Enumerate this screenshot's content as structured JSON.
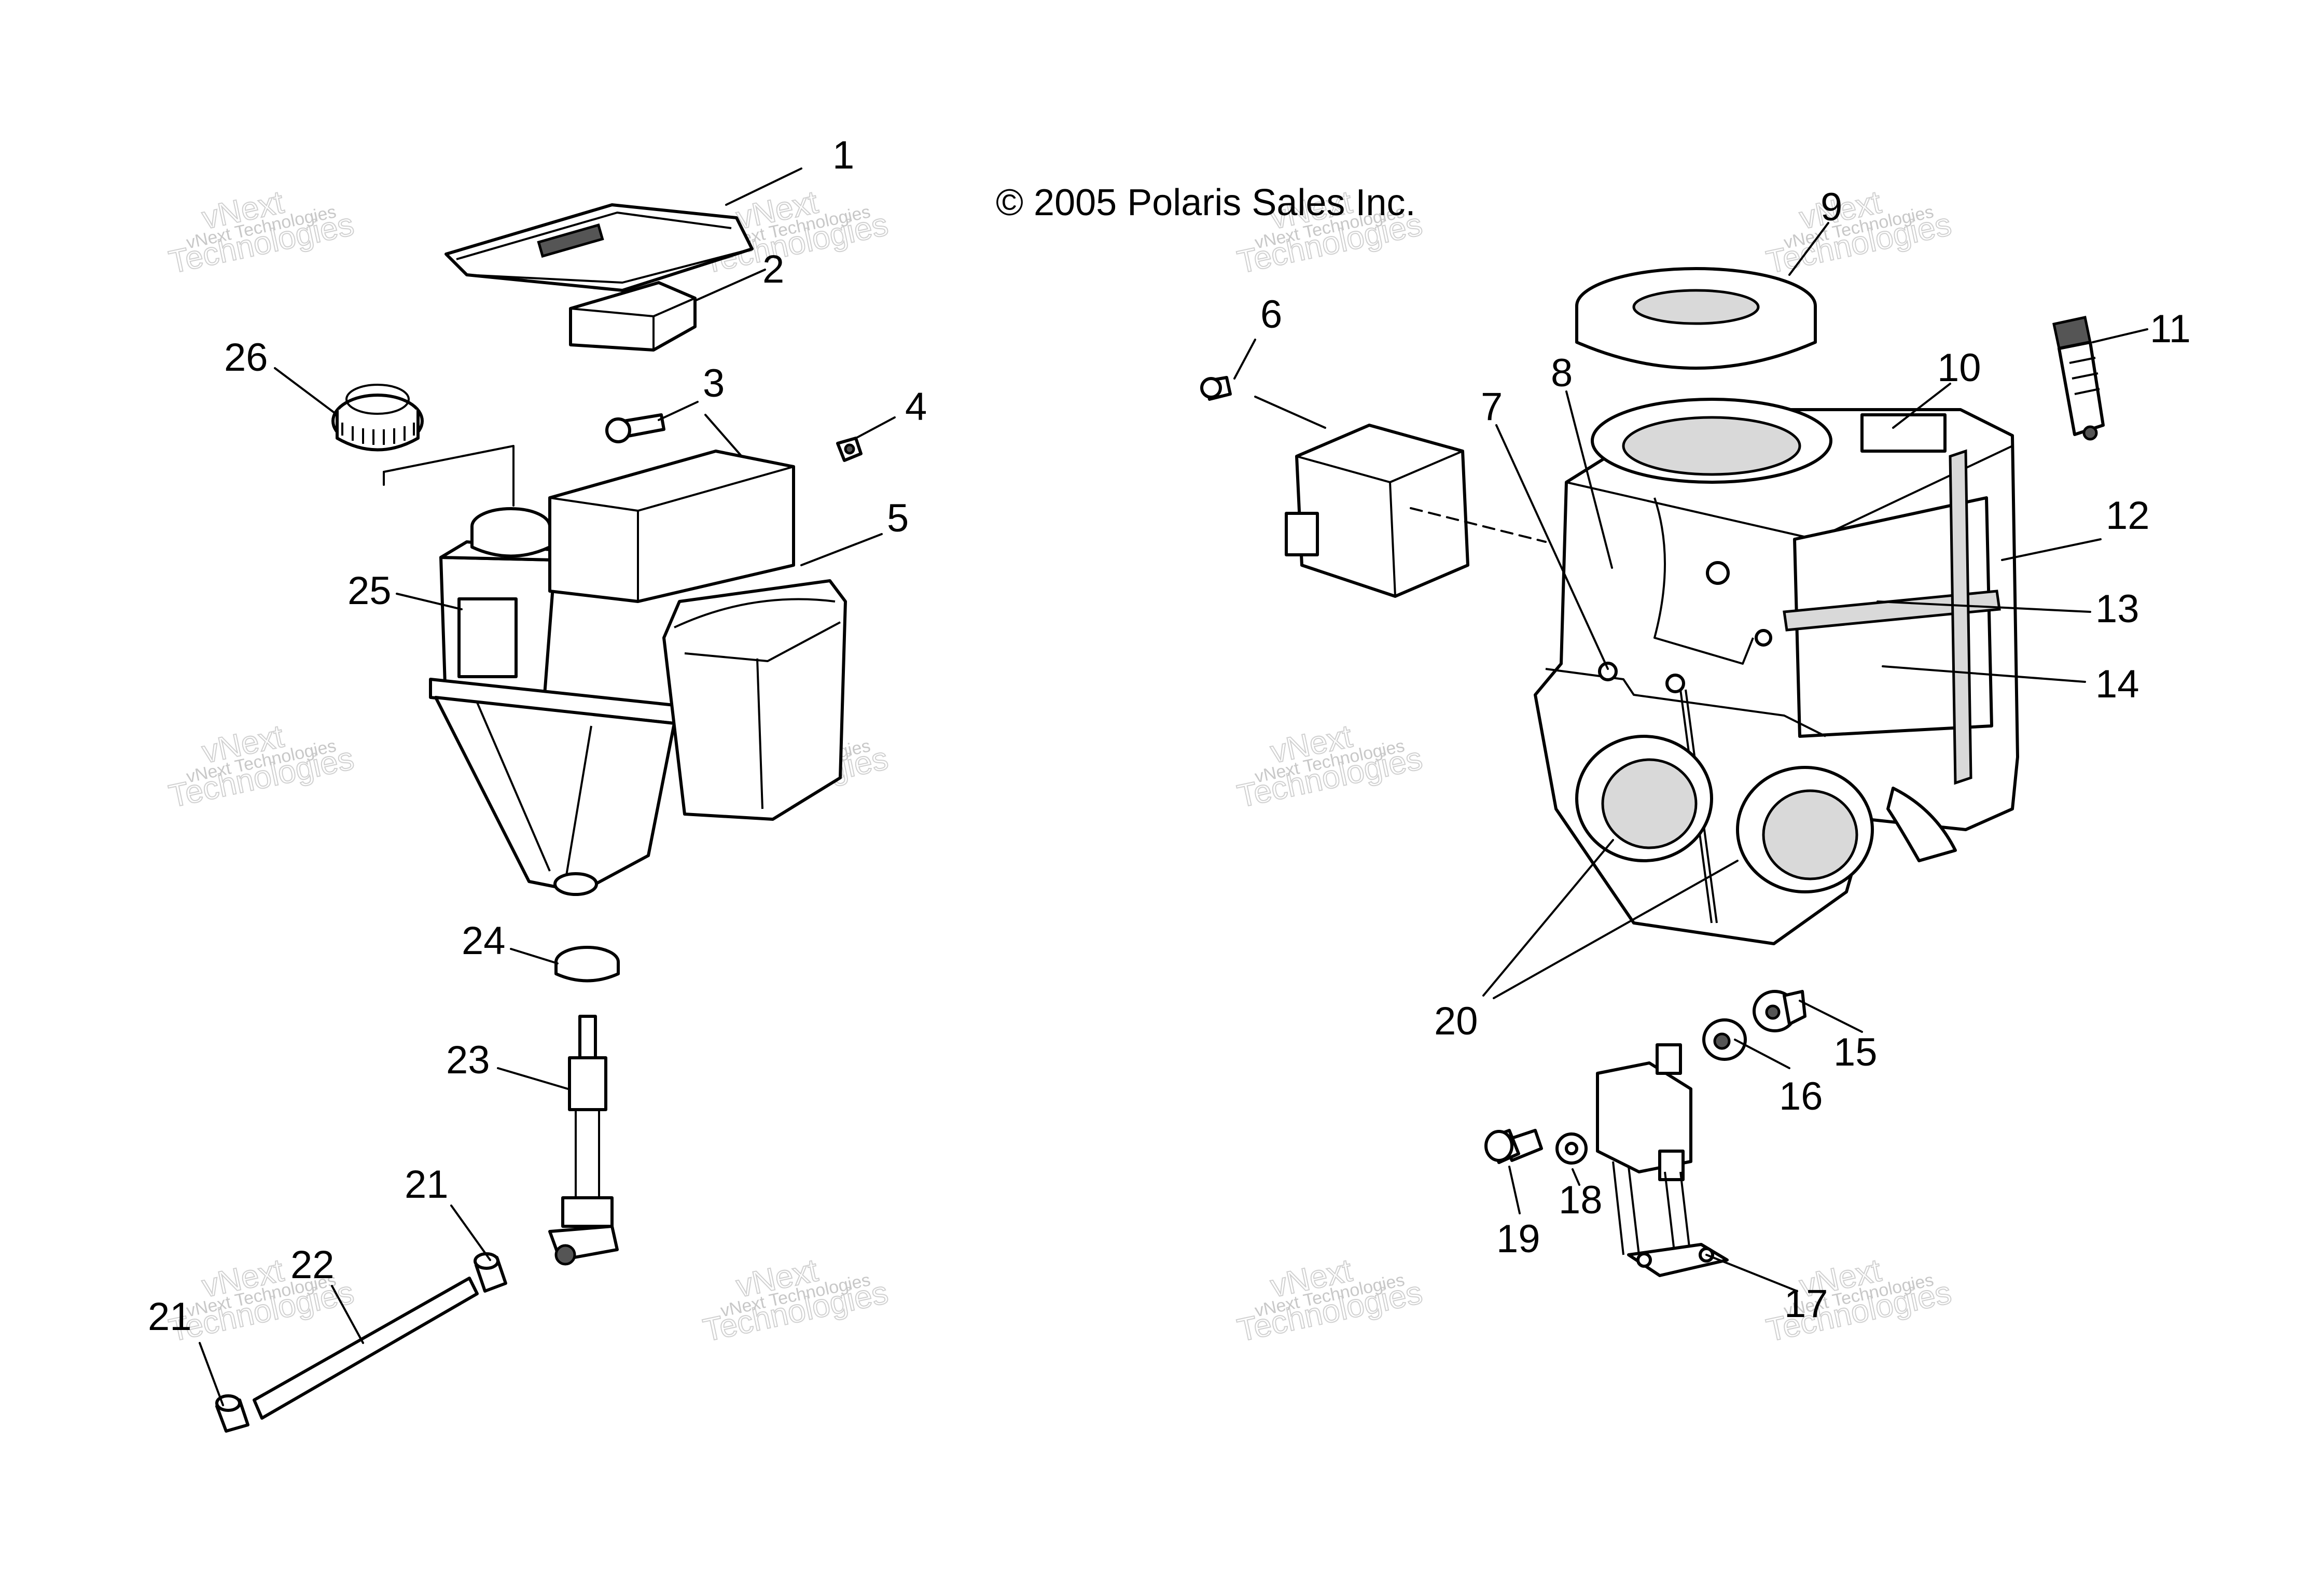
{
  "copyright": "© 2005 Polaris Sales Inc.",
  "watermark": {
    "line1": "vNext Technologies",
    "line2": "vNext",
    "line3": "Technologies"
  },
  "callouts": [
    "1",
    "2",
    "3",
    "4",
    "5",
    "6",
    "7",
    "8",
    "9",
    "10",
    "11",
    "12",
    "13",
    "14",
    "15",
    "16",
    "17",
    "18",
    "19",
    "20",
    "21",
    "21",
    "22",
    "23",
    "24",
    "25",
    "26"
  ]
}
